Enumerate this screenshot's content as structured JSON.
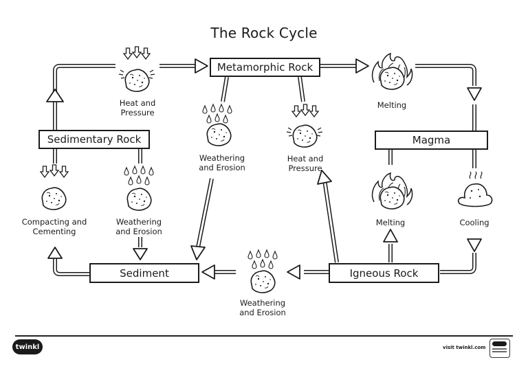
{
  "title": "The Rock Cycle",
  "stages": {
    "metamorphic": "Metamorphic Rock",
    "sedimentary": "Sedimentary Rock",
    "magma": "Magma",
    "sediment": "Sediment",
    "igneous": "Igneous Rock"
  },
  "processes": {
    "heat_pressure_top": [
      "Heat and",
      "Pressure"
    ],
    "melting_top": [
      "Melting"
    ],
    "weathering_center": [
      "Weathering",
      "and Erosion"
    ],
    "heat_pressure_center": [
      "Heat and",
      "Pressure"
    ],
    "compacting": [
      "Compacting and",
      "Cementing"
    ],
    "weathering_left": [
      "Weathering",
      "and Erosion"
    ],
    "melting_lower": [
      "Melting"
    ],
    "cooling": [
      "Cooling"
    ],
    "weathering_bottom": [
      "Weathering",
      "and Erosion"
    ]
  },
  "icons": {
    "rock": "rock-icon",
    "fire": "fire-icon",
    "rain": "rain-icon",
    "pressure": "pressure-arrows-icon",
    "melt": "melting-rock-icon"
  },
  "footer": {
    "logo": "twinkl",
    "visit": "visit twinkl.com"
  }
}
